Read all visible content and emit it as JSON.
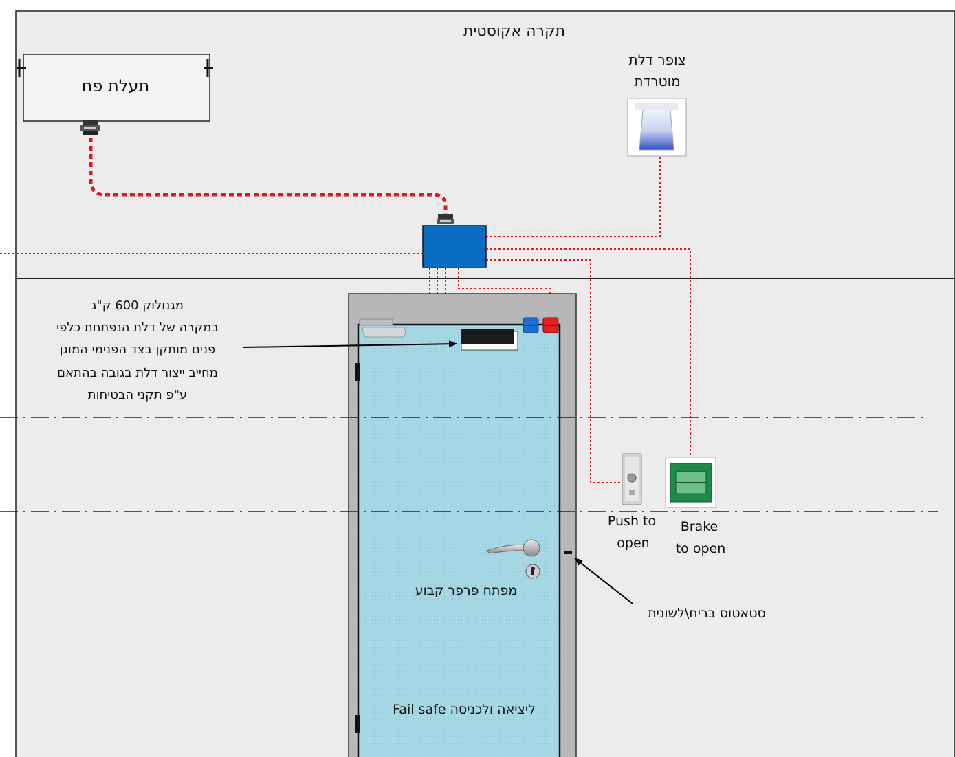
{
  "ceiling_label": "תקרה אקוסטית",
  "cable_tray_label": "תעלת פח",
  "siren_label": [
    "צופר דלת",
    "מוטרדת"
  ],
  "maglock_note": [
    "מגנולוק 600 ק\"ג",
    "במקרה של דלת הנפתחת כלפי",
    "פנים מותקן בצד הפנימי המוגן",
    "מחייב ייצור דלת בגובה בהתאם",
    "ע\"פ תקני הבטיחות"
  ],
  "push_to_open_label": [
    "Push to",
    "open"
  ],
  "break_to_open_label": [
    "Brake",
    "to open"
  ],
  "key_cylinder_label": "מפתח פרפר קבוע",
  "door_status_label": "סטאטוס בריח\\לשונית",
  "fail_safe_label": "ליציאה ולכניסה Fail safe",
  "colors": {
    "background": "#ececec",
    "control_box": "#0a6dc4",
    "door_glass": "#a8d8e6",
    "door_frame": "#b5b5b5",
    "wire": "#e8141b",
    "blue_terminal": "#1a6fd0",
    "red_terminal": "#e31e24"
  }
}
